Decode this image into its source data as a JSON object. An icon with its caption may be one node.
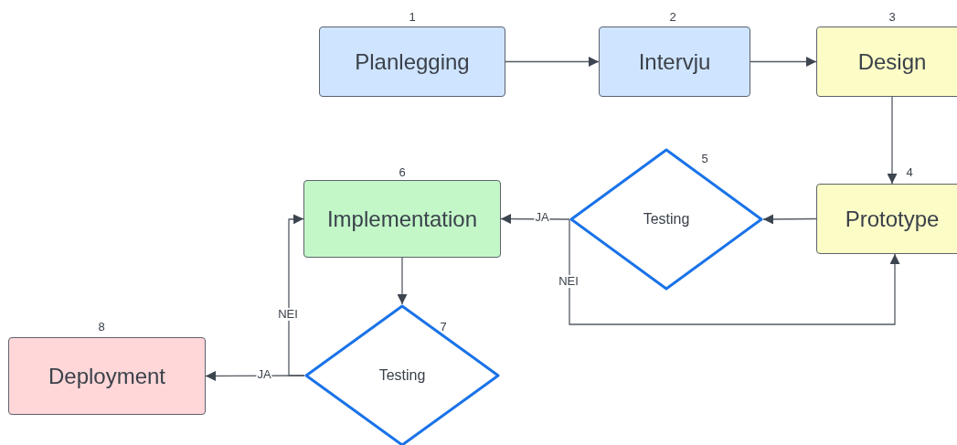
{
  "diagram": {
    "nodes": [
      {
        "text": [
          "Planlegging"
        ],
        "beside": [
          "1"
        ]
      },
      {
        "text": [
          "Intervju"
        ],
        "beside": [
          "2"
        ]
      },
      {
        "text": [
          "Design"
        ],
        "beside": [
          "3"
        ]
      },
      {
        "text": [
          "Prototype"
        ],
        "beside": [
          "4"
        ]
      },
      {
        "text": [
          "Testing"
        ],
        "beside": [
          "5"
        ]
      },
      {
        "text": [
          "Implementation"
        ],
        "beside": [
          "6"
        ]
      },
      {
        "text": [
          "Testing"
        ],
        "beside": [
          "7"
        ]
      },
      {
        "text": [
          "Deployment"
        ],
        "beside": [
          "8"
        ]
      }
    ],
    "edges": [
      {
        "from": 0,
        "to": 1,
        "arrow": "to"
      },
      {
        "from": 1,
        "to": 2,
        "arrow": "to"
      },
      {
        "from": 2,
        "to": 3,
        "arrow": "to"
      },
      {
        "from": 3,
        "to": 4,
        "arrow": "to"
      },
      {
        "from": 4,
        "to": 5,
        "arrow": "to",
        "label": "JA"
      },
      {
        "from": 4,
        "to": 3,
        "arrow": "to",
        "label": "NEI"
      },
      {
        "from": 5,
        "to": 6,
        "arrow": "to"
      },
      {
        "from": 6,
        "to": 7,
        "arrow": "to",
        "label": "JA"
      },
      {
        "from": 6,
        "to": 5,
        "arrow": "to",
        "label": "NEI"
      }
    ]
  }
}
